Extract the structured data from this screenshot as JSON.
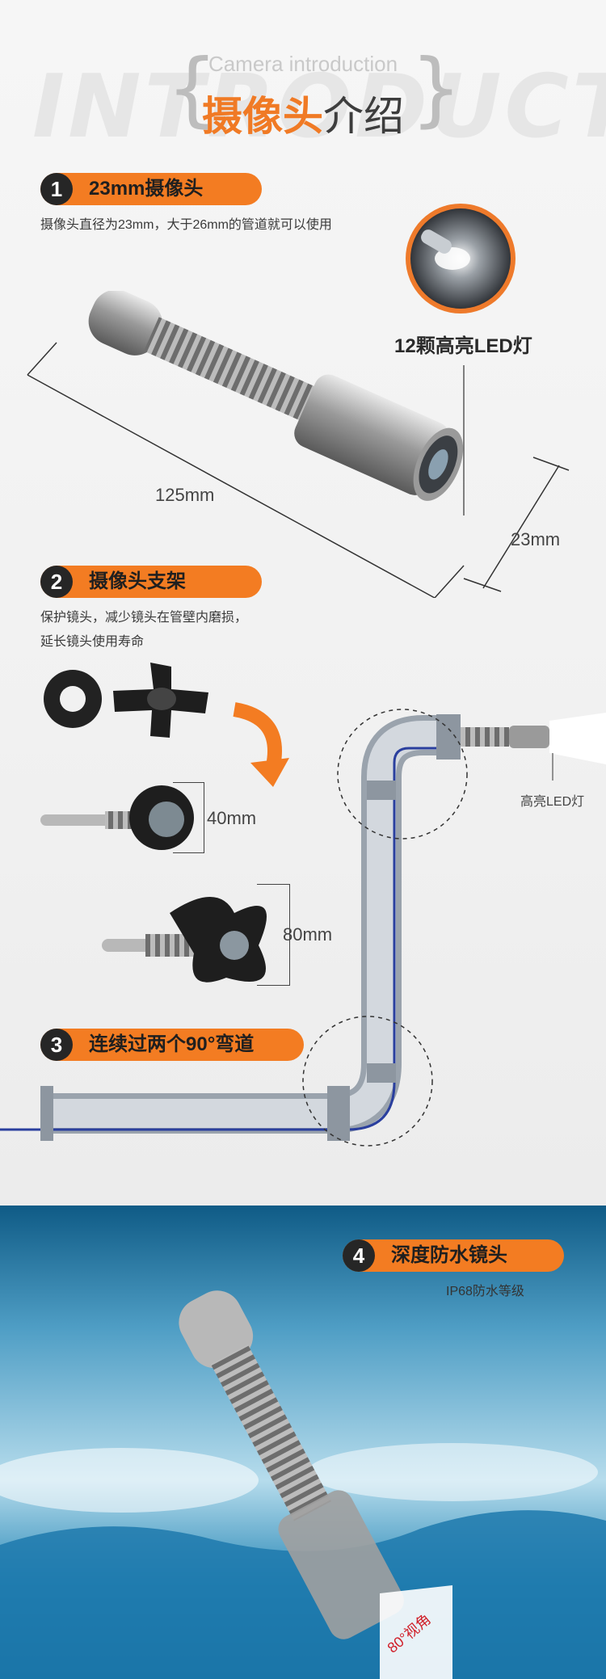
{
  "header": {
    "watermark": "INTRODUCTION",
    "subtitle": "Camera introduction",
    "title_highlight": "摄像头",
    "title_rest": "介绍"
  },
  "sections": [
    {
      "number": "1",
      "label": "23mm摄像头",
      "desc": "摄像头直径为23mm，大于26mm的管道就可以使用"
    },
    {
      "number": "2",
      "label": "摄像头支架",
      "desc_line1": "保护镜头，减少镜头在管壁内磨损，",
      "desc_line2": "延长镜头使用寿命"
    },
    {
      "number": "3",
      "label": "连续过两个90°弯道"
    },
    {
      "number": "4",
      "label": "深度防水镜头",
      "desc": "IP68防水等级"
    }
  ],
  "annotations": {
    "led_label": "12颗高亮LED灯",
    "length": "125mm",
    "diameter": "23mm",
    "bracket_small": "40mm",
    "bracket_large": "80mm",
    "pipe_led": "高亮LED灯",
    "view_angle": "80°视角"
  },
  "colors": {
    "accent": "#f37c22",
    "badge_number_bg": "#262626",
    "pipe": "#c5cbd3",
    "cable": "#2a3f9e"
  }
}
